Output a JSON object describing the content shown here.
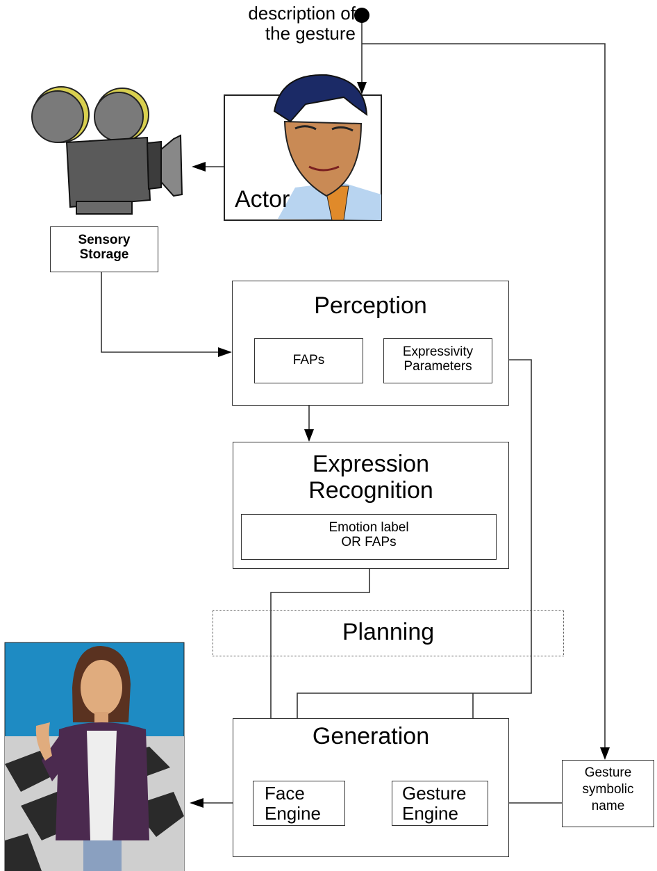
{
  "diagram": {
    "description_label": "description of\nthe gesture",
    "actor_label": "Actor",
    "sensory_storage": "Sensory\nStorage",
    "perception": {
      "title": "Perception",
      "faps": "FAPs",
      "expressivity": "Expressivity\nParameters"
    },
    "expression_recognition": {
      "title": "Expression\nRecognition",
      "output": "Emotion label\nOR FAPs"
    },
    "planning": "Planning",
    "generation": {
      "title": "Generation",
      "face_engine": "Face\nEngine",
      "gesture_engine": "Gesture\nEngine"
    },
    "gesture_symbolic_name": "Gesture\nsymbolic\nname"
  },
  "colors": {
    "line": "#333333",
    "avatar_sky": "#1e8bc3",
    "jacket": "#4b2a4f",
    "hair_actor": "#1b2a66",
    "skin": "#c98a55"
  },
  "icons": [
    "movie-camera-icon",
    "actor-illustration",
    "avatar-illustration"
  ]
}
